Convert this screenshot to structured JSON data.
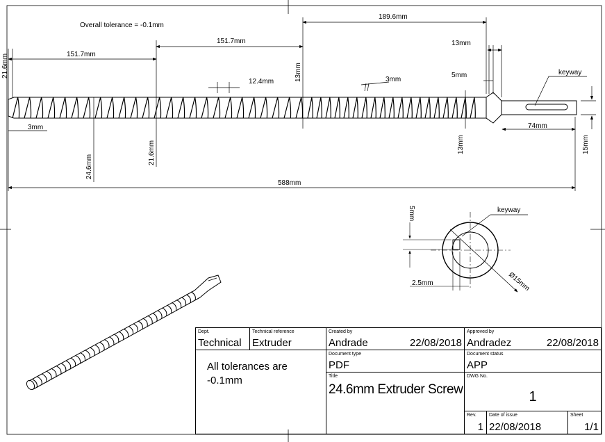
{
  "drawing": {
    "overall_tolerance": "Overall tolerance = -0.1mm",
    "dims": {
      "d1896": "189.6mm",
      "d1517a": "151.7mm",
      "d1517b": "151.7mm",
      "d13a": "13mm",
      "d13b": "13mm",
      "d13c": "13mm",
      "d124": "12.4mm",
      "d3a": "3mm",
      "d3b": "3mm",
      "d5a": "5mm",
      "d216a": "21.6mm",
      "d216b": "21.6mm",
      "d246": "24.6mm",
      "d74": "74mm",
      "d15": "15mm",
      "d588": "588mm",
      "keyway1": "keyway",
      "keyway2": "keyway",
      "d5b": "5mm",
      "d25": "2.5mm",
      "dia15": "Ø15mm"
    }
  },
  "title_block": {
    "dept_label": "Dept.",
    "dept": "Technical",
    "techref_label": "Technical reference",
    "techref": "Extruder",
    "created_label": "Created by",
    "created_by": "Andrade",
    "created_date": "22/08/2018",
    "approved_label": "Approved by",
    "approved_by": "Andradez",
    "approved_date": "22/08/2018",
    "note": "All tolerances are -0.1mm",
    "doctype_label": "Document type",
    "doctype": "PDF",
    "status_label": "Document status",
    "status": "APP",
    "title_label": "Title",
    "title": "24.6mm Extruder Screw",
    "dwg_label": "DWG No.",
    "dwg": "1",
    "rev_label": "Rev.",
    "rev": "1",
    "issue_label": "Date of issue",
    "issue_date": "22/08/2018",
    "sheet_label": "Sheet",
    "sheet": "1/1"
  }
}
